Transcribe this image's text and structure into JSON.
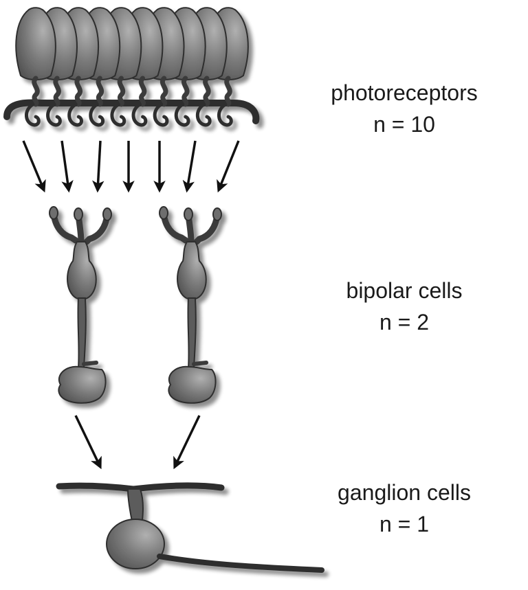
{
  "layers": {
    "photoreceptors": {
      "name": "photoreceptors",
      "count": "n = 10"
    },
    "bipolar": {
      "name": "bipolar cells",
      "count": "n = 2"
    },
    "ganglion": {
      "name": "ganglion cells",
      "count": "n = 1"
    }
  },
  "counts": {
    "photoreceptors": 10,
    "bipolar": 2,
    "ganglion": 1
  },
  "colors": {
    "cell_fill": "#6e6e6e",
    "cell_highlight": "#a4a4a4",
    "cell_stroke": "#2e2e2e",
    "shadow": "#9a9a9a",
    "arrow": "#111111",
    "text": "#1a1a1a",
    "background": "#ffffff"
  }
}
